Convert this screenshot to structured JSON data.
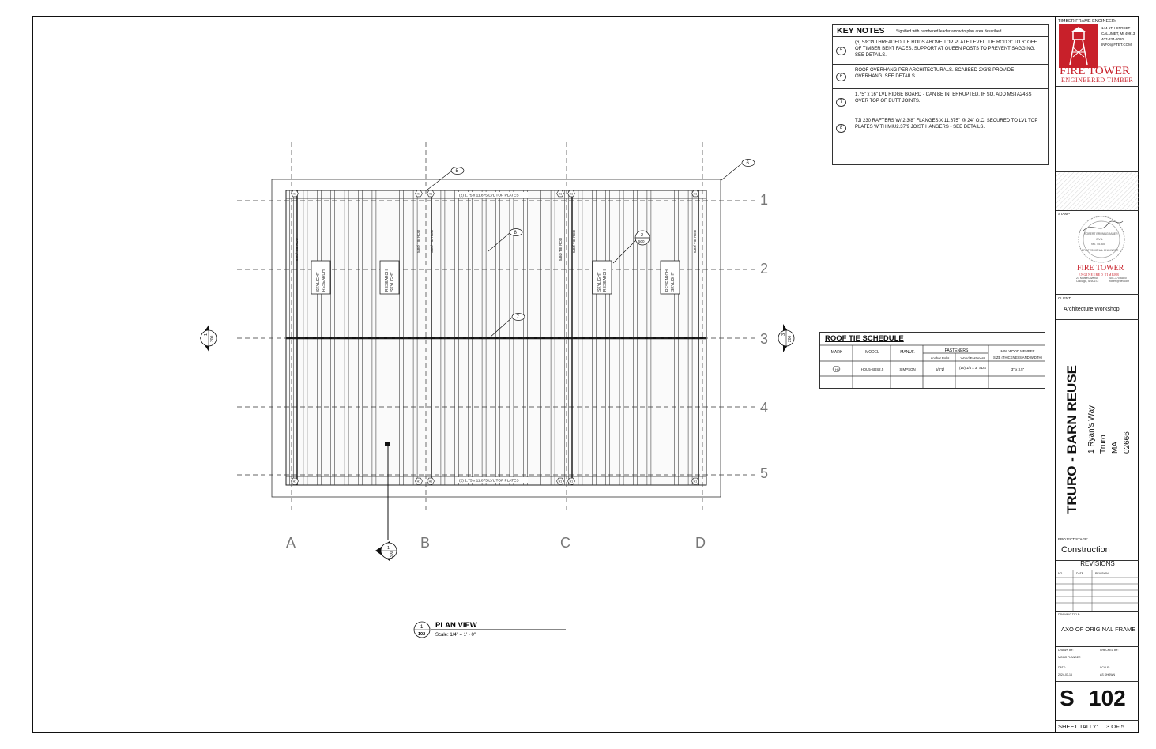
{
  "grid": {
    "columns": [
      "A",
      "B",
      "C",
      "D"
    ],
    "rows": [
      "1",
      "2",
      "3",
      "4",
      "5"
    ]
  },
  "plan_labels": {
    "top_plates_top": "(2) 1.75 x 11.875 LVL TOP PLATES",
    "top_plates_bottom": "(2) 1.75 x 11.875 LVL TOP PLATES",
    "tie_rod": "5/8Ø TIE ROD",
    "skylight": "SKYLIGHT",
    "research": "RESEARCH",
    "tie_mark": "H1",
    "callout_5": "5",
    "callout_6": "6",
    "callout_7": "7",
    "callout_8": "8",
    "detail_top": "2",
    "detail_bottom": "500",
    "section_left_num": "1",
    "section_left_sheet": "200",
    "section_right_num": "3",
    "section_right_sheet": "200",
    "section_bottom_num": "1",
    "section_bottom_sheet": "300"
  },
  "plan_view": {
    "num": "1",
    "sheet": "102",
    "title": "PLAN VIEW",
    "scale": "Scale:   1/4\" = 1' - 0\""
  },
  "key_notes": {
    "title": "KEY NOTES",
    "subtitle": "Signified with numbered leader arrow to plan area described.",
    "items": [
      {
        "num": "5",
        "text": "(6) 5/8\"Ø THREADED TIE RODS ABOVE TOP PLATE LEVEL. TIE ROD 3\" TO 6\" OFF OF TIMBER BENT FACES. SUPPORT AT QUEEN POSTS TO PREVENT SAGGING. SEE DETAILS."
      },
      {
        "num": "6",
        "text": "ROOF OVERHANG PER ARCHITECTURALS. SCABBED 2X6'S PROVIDE OVERHANG. SEE DETAILS"
      },
      {
        "num": "7",
        "text": "1.75\" x 16\" LVL RIDGE BOARD - CAN BE INTERRUPTED. IF SO, ADD MSTA24SS OVER TOP OF BUTT JOINTS."
      },
      {
        "num": "8",
        "text": "TJI 230 RAFTERS W/ 2 3/8\" FLANGES X 11.875\" @ 24\" O.C. SECURED TO LVL TOP PLATES WITH  MIU2.37/9 JOIST HANGERS - SEE DETAILS."
      }
    ]
  },
  "roof_tie_schedule": {
    "title": "ROOF TIE SCHEDULE",
    "headers": {
      "mark": "MARK",
      "model": "MODEL",
      "manuf": "MANUF.",
      "fasteners": "FASTENERS",
      "anchor": "Anchor Bolts",
      "wood": "Wood Fasteners",
      "min": "MIN. WOOD MEMBER",
      "min2": "SIZE (THICKNESS AND WIDTH)"
    },
    "row": {
      "mark": "H1",
      "model": "HDU5-SDS2.5",
      "manuf": "SIMPSON",
      "anchor": "5/8\"Ø",
      "wood": "(10) 1/4 x 3\" SDS",
      "min": "3\" x 3.5\""
    }
  },
  "title_block": {
    "engineer_label": "TIMBER FRAME ENGINEER:",
    "address1": "144 5TH STREET",
    "address2": "CALUMET, MI 49913",
    "phone": "407-334-8020",
    "email": "INFO@FTET.COM",
    "brand_main": "FIRE TOWER",
    "brand_sub": "ENGINEERED TIMBER",
    "stamp_label": "STAMP",
    "seal_name": "ROBERT BRUNNGRABER",
    "seal_role": "CIVIL",
    "seal_no": "NO. 55165",
    "seal_state": "PROFESSIONAL ENGINEER",
    "stamp_brand": "FIRE TOWER",
    "stamp_sub": "ENGINEERED TIMBER",
    "stamp_addr": "21 Market Avenue\nChicago, IL 60672",
    "stamp_phone": "401-370-6800\nrobert@ftet.com",
    "client_label": "CLIENT:",
    "client": "Architecture Workshop",
    "project_title": "TRURO - BARN REUSE",
    "street": "1 Ryan's Way",
    "city": "Truro",
    "state": "MA",
    "zip": "02666",
    "stage_label": "PROJECT STAGE:",
    "stage": "Construction",
    "revisions_label": "REVISIONS",
    "rev_no": "NO.",
    "rev_date": "DATE",
    "rev_desc": "REVISION",
    "drawing_title_label": "DRAWING TITLE:",
    "drawing_title": "AXO OF ORIGINAL FRAME",
    "drawn_by_label": "DRAWN BY:",
    "drawn_by": "MOMO FLANDER",
    "checked_by_label": "CHECKED BY:",
    "checked_by": "-",
    "date_label": "DATE:",
    "date": "2024-03-16",
    "scale_label": "SCALE:",
    "scale": "AS SHOWN",
    "sheet_prefix": "S",
    "sheet_num": "102",
    "tally_label": "SHEET TALLY:",
    "tally": "3 OF 5"
  }
}
